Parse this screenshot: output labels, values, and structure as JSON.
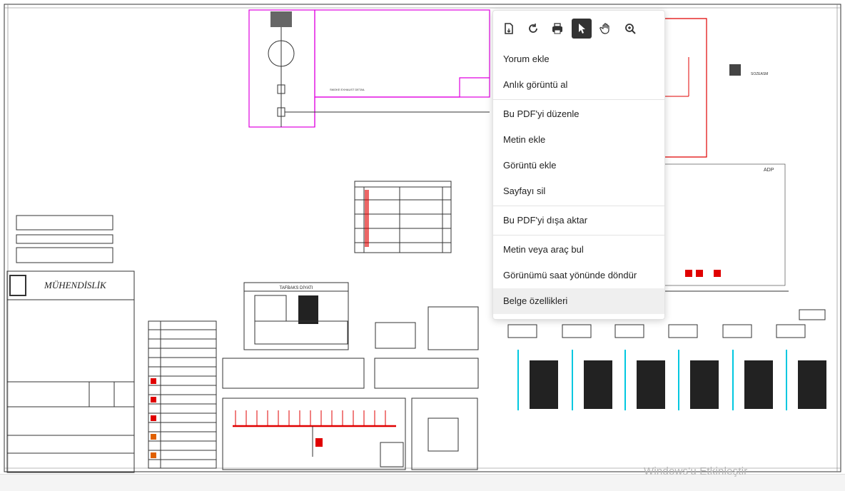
{
  "drawing": {
    "company_name": "MÜHENDİSLİK",
    "panel_title": "TAFBAKS DİYATI",
    "label_sozeasm": "SOZEASM",
    "label_adp": "ADP"
  },
  "context_menu": {
    "items": [
      {
        "id": "add-comment",
        "label": "Yorum ekle"
      },
      {
        "id": "take-snapshot",
        "label": "Anlık görüntü al"
      },
      {
        "id": "edit-pdf",
        "label": "Bu PDF'yi düzenle"
      },
      {
        "id": "add-text",
        "label": "Metin ekle"
      },
      {
        "id": "add-image",
        "label": "Görüntü ekle"
      },
      {
        "id": "delete-page",
        "label": "Sayfayı sil"
      },
      {
        "id": "export-pdf",
        "label": "Bu PDF'yi dışa aktar"
      },
      {
        "id": "find-text-or-tool",
        "label": "Metin veya araç bul"
      },
      {
        "id": "rotate-view",
        "label": "Görünümü saat yönünde döndür"
      },
      {
        "id": "document-properties",
        "label": "Belge özellikleri"
      }
    ],
    "toolbar_icons": [
      "document-icon",
      "refresh-icon",
      "print-icon",
      "select-arrow-icon",
      "hand-icon",
      "zoom-in-icon"
    ]
  },
  "watermark": {
    "text": "Windows'u Etkinleştir"
  },
  "colors": {
    "magenta": "#e000e0",
    "red": "#e00000",
    "cyan": "#00c8e0",
    "line": "#333333"
  }
}
